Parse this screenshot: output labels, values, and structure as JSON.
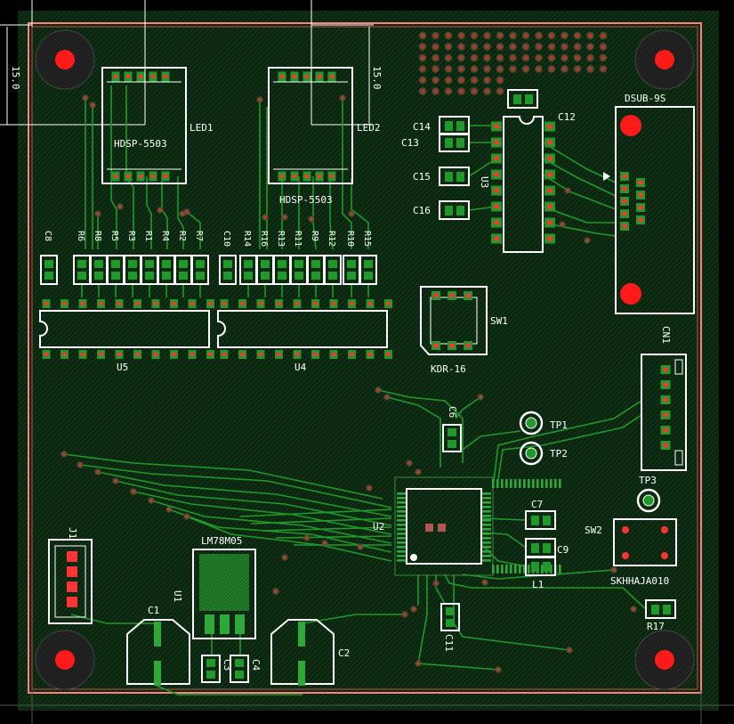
{
  "board": {
    "colors": {
      "background": "#000000",
      "board_fill": "#0d2a10",
      "copper": "#1f9a2a",
      "silk": "#ffffff",
      "outline": "#ff7a7a",
      "pad": "#ff3333",
      "hole": "#ff0000",
      "mounting_ring": "#2a2a2a"
    }
  },
  "dimension": {
    "value": "15.0"
  },
  "labels": {
    "led1": "LED1",
    "led2": "LED2",
    "hdsp_1": "HDSP-5503",
    "hdsp_2": "HDSP-5503",
    "c14": "C14",
    "c13": "C13",
    "c15": "C15",
    "c16": "C16",
    "c12": "C12",
    "u3": "U3",
    "dsub": "DSUB-9S",
    "c8": "C8",
    "r6": "R6",
    "r8": "R8",
    "r5": "R5",
    "r3": "R3",
    "r1": "R1",
    "r4": "R4",
    "r2": "R2",
    "r7": "R7",
    "c10": "C10",
    "r14": "R14",
    "r16": "R16",
    "r13": "R13",
    "r11": "R11",
    "r9": "R9",
    "r12": "R12",
    "r10": "R10",
    "r15": "R15",
    "sw1": "SW1",
    "kdr": "KDR-16",
    "u5": "U5",
    "u4": "U4",
    "cn1": "CN1",
    "c6": "C6",
    "tp1": "TP1",
    "tp2": "TP2",
    "tp3": "TP3",
    "c7": "C7",
    "c9": "C9",
    "l1": "L1",
    "sw2": "SW2",
    "skhh": "SKHHAJA010",
    "u2": "U2",
    "j1": "J1",
    "lm": "LM78M05",
    "u1": "U1",
    "c1": "C1",
    "c3": "C3",
    "c4": "C4",
    "c2": "C2",
    "c11": "C11",
    "r17": "R17"
  }
}
